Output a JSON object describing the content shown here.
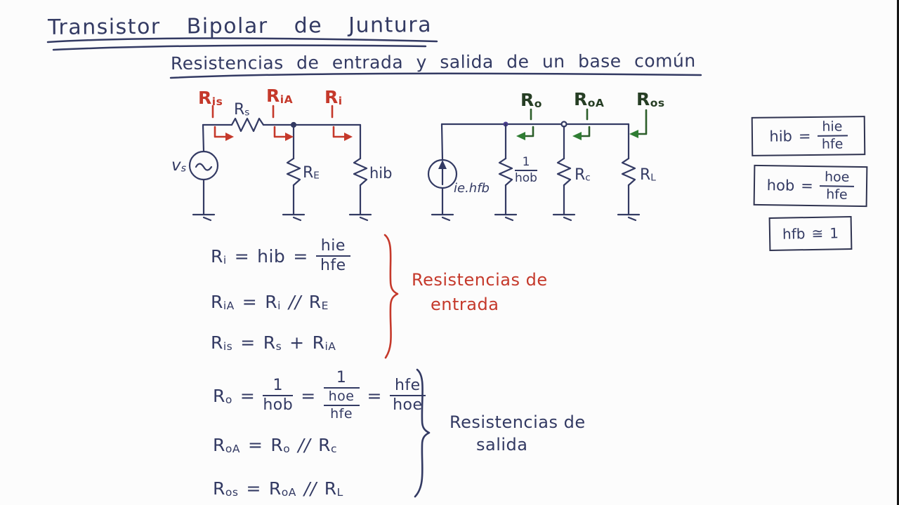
{
  "title": "Transistor Bipolar de Juntura",
  "subtitle": "Resistencias de entrada y salida de un base común",
  "left_circuit": {
    "probes": [
      {
        "base": "R",
        "sub": "is"
      },
      {
        "base": "R",
        "sub": "iA"
      },
      {
        "base": "R",
        "sub": "i"
      }
    ],
    "source": {
      "base": "v",
      "sub": "s"
    },
    "series": {
      "base": "R",
      "sub": "s"
    },
    "shunt_a": {
      "base": "R",
      "sub": "E"
    },
    "shunt_b": "hib"
  },
  "right_circuit": {
    "probes": [
      {
        "base": "R",
        "sub": "o"
      },
      {
        "base": "R",
        "sub": "oA"
      },
      {
        "base": "R",
        "sub": "os"
      }
    ],
    "source": "ie.hfb",
    "shunt_a": {
      "num": "1",
      "den": "hob"
    },
    "shunt_b": {
      "base": "R",
      "sub": "c"
    },
    "shunt_c": {
      "base": "R",
      "sub": "L"
    }
  },
  "boxes": {
    "b1": {
      "lhs": "hib",
      "eq": "=",
      "num": "hie",
      "den": "hfe"
    },
    "b2": {
      "lhs": "hob",
      "eq": "=",
      "num": "hoe",
      "den": "hfe"
    },
    "b3": {
      "lhs": "hfb",
      "rel": "≅",
      "rhs": "1"
    }
  },
  "entrada": {
    "f1": {
      "lhs_base": "R",
      "lhs_sub": "i",
      "eq1": "=",
      "mid": "hib",
      "eq2": "=",
      "num": "hie",
      "den": "hfe"
    },
    "f2": {
      "lhs_base": "R",
      "lhs_sub": "iA",
      "eq": "=",
      "a_base": "R",
      "a_sub": "i",
      "op": "//",
      "b_base": "R",
      "b_sub": "E"
    },
    "f3": {
      "lhs_base": "R",
      "lhs_sub": "is",
      "eq": "=",
      "a_base": "R",
      "a_sub": "s",
      "op": "+",
      "b_base": "R",
      "b_sub": "iA"
    },
    "label_line1": "Resistencias de",
    "label_line2": "entrada"
  },
  "salida": {
    "f1": {
      "lhs_base": "R",
      "lhs_sub": "o",
      "eq1": "=",
      "fr1_num": "1",
      "fr1_den": "hob",
      "eq2": "=",
      "fr2_num": "1",
      "fr2_den_num": "hoe",
      "fr2_den_den": "hfe",
      "eq3": "=",
      "fr3_num": "hfe",
      "fr3_den": "hoe"
    },
    "f2": {
      "lhs_base": "R",
      "lhs_sub": "oA",
      "eq": "=",
      "a_base": "R",
      "a_sub": "o",
      "op": "//",
      "b_base": "R",
      "b_sub": "c"
    },
    "f3": {
      "lhs_base": "R",
      "lhs_sub": "os",
      "eq": "=",
      "a_base": "R",
      "a_sub": "oA",
      "op": "//",
      "b_base": "R",
      "b_sub": "L"
    },
    "label_line1": "Resistencias de",
    "label_line2": "salida"
  }
}
